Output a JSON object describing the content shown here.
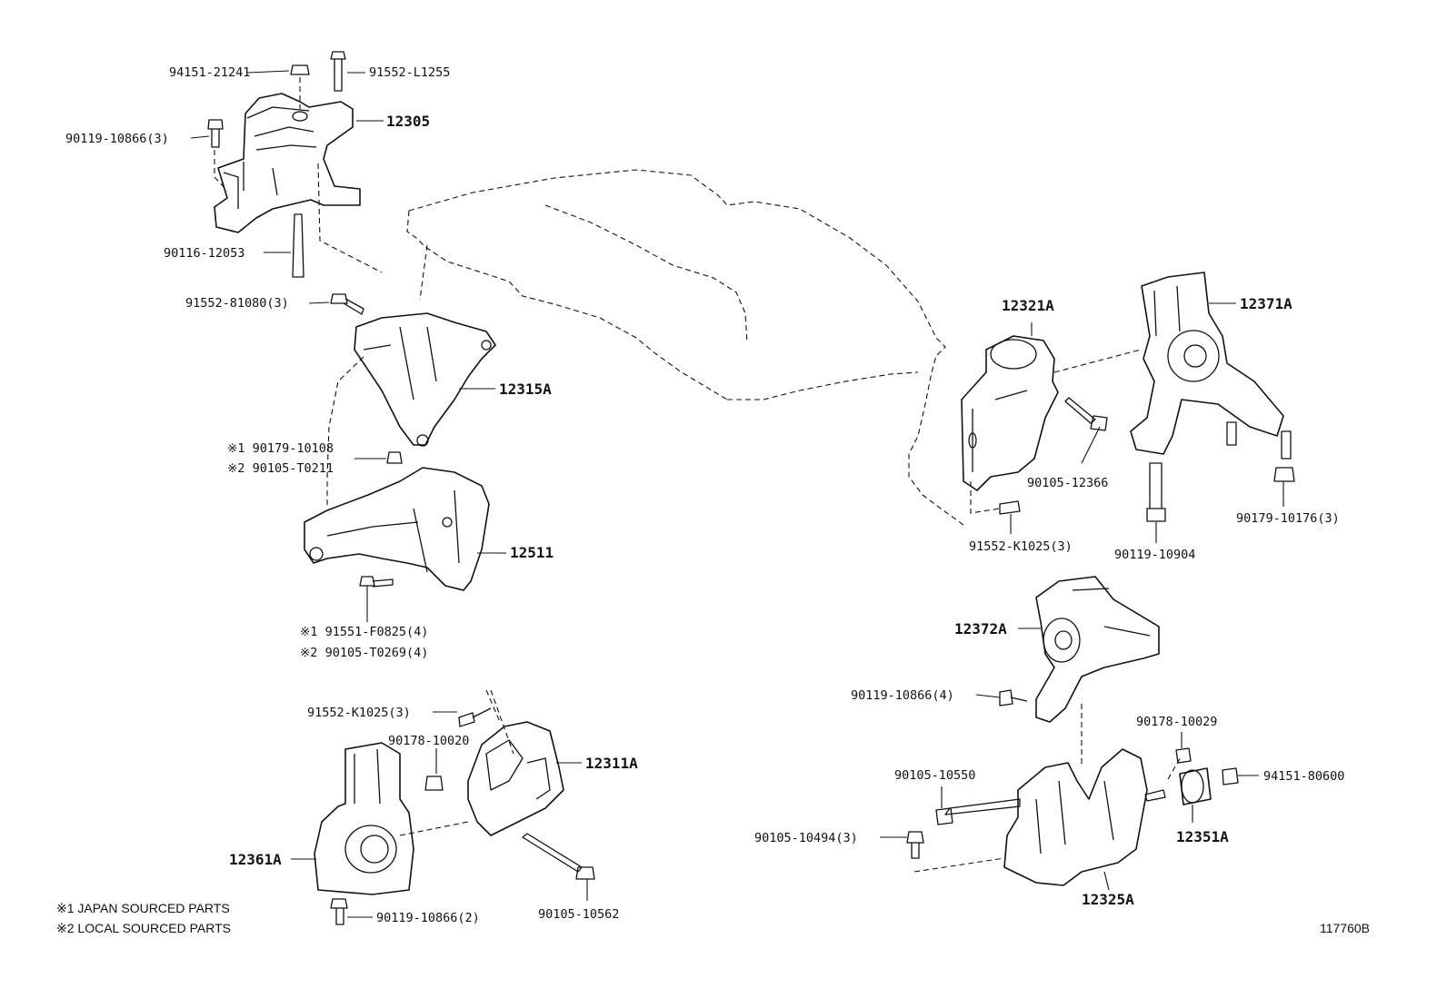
{
  "labels": {
    "p94151_21241": "94151-21241",
    "p91552_L1255": "91552-L1255",
    "p12305": "12305",
    "p90119_10866_3": "90119-10866(3)",
    "p90116_12053": "90116-12053",
    "p91552_81080_3": "91552-81080(3)",
    "p12315A": "12315A",
    "p90179_10108": "※1 90179-10108",
    "p90105_T0211": "※2 90105-T0211",
    "p12511": "12511",
    "p91551_F0825_4": "※1 91551-F0825(4)",
    "p90105_T0269_4": "※2 90105-T0269(4)",
    "p91552_K1025_3a": "91552-K1025(3)",
    "p90178_10020": "90178-10020",
    "p12311A": "12311A",
    "p12361A": "12361A",
    "p90119_10866_2": "90119-10866(2)",
    "p90105_10562": "90105-10562",
    "p12321A": "12321A",
    "p12371A": "12371A",
    "p90105_12366": "90105-12366",
    "p91552_K1025_3b": "91552-K1025(3)",
    "p90119_10904": "90119-10904",
    "p90179_10176_3": "90179-10176(3)",
    "p12372A": "12372A",
    "p90119_10866_4": "90119-10866(4)",
    "p90178_10029": "90178-10029",
    "p94151_80600": "94151-80600",
    "p90105_10550": "90105-10550",
    "p12351A": "12351A",
    "p90105_10494_3": "90105-10494(3)",
    "p12325A": "12325A"
  },
  "notes": {
    "note1": "※1 JAPAN SOURCED PARTS",
    "note2": "※2 LOCAL SOURCED PARTS"
  },
  "figure_id": "117760B"
}
